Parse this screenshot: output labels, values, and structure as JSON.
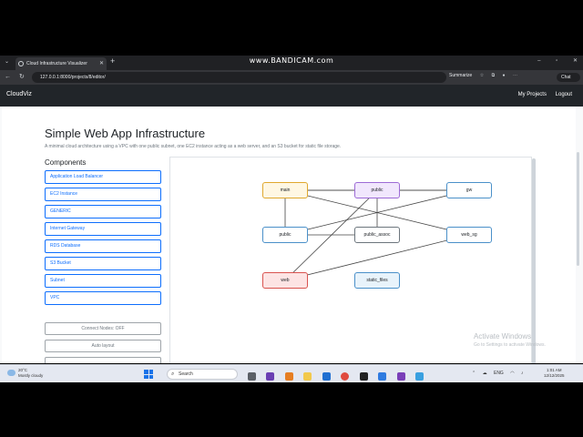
{
  "recording_watermark": "www.BANDICAM.com",
  "browser": {
    "tab_title": "Cloud Infrastructure Visualizer",
    "url": "127.0.0.1:8000/projects/8/editor/",
    "summarize_label": "Summarize",
    "chat_label": "Chat"
  },
  "navbar": {
    "brand": "CloudViz",
    "my_projects": "My Projects",
    "logout": "Logout"
  },
  "project": {
    "title": "Simple Web App Infrastructure",
    "description": "A minimal cloud architecture using a VPC with one public subnet, one EC2 instance acting as a web server, and an S3 bucket for static file storage."
  },
  "components": {
    "heading": "Components",
    "items": [
      "Application Load Balancer",
      "EC2 Instance",
      "GENERIC",
      "Internet Gateway",
      "RDS Database",
      "S3 Bucket",
      "Subnet",
      "VPC"
    ]
  },
  "tools": {
    "connect_nodes": "Connect Nodes: OFF",
    "auto_layout": "Auto layout"
  },
  "diagram": {
    "nodes": [
      {
        "id": "main",
        "label": "main",
        "color": "orange"
      },
      {
        "id": "public_top",
        "label": "public",
        "color": "purple"
      },
      {
        "id": "gw",
        "label": "gw",
        "color": "blue"
      },
      {
        "id": "public_mid",
        "label": "public",
        "color": "blue"
      },
      {
        "id": "public_assoc",
        "label": "public_assoc",
        "color": "gray"
      },
      {
        "id": "web_sg",
        "label": "web_sg",
        "color": "blue"
      },
      {
        "id": "web",
        "label": "web",
        "color": "red"
      },
      {
        "id": "static_files",
        "label": "static_files",
        "color": "ltblue"
      }
    ],
    "edges": [
      [
        "main",
        "public_top"
      ],
      [
        "main",
        "public_mid"
      ],
      [
        "main",
        "gw"
      ],
      [
        "main",
        "web_sg"
      ],
      [
        "public_top",
        "gw"
      ],
      [
        "public_top",
        "public_assoc"
      ],
      [
        "public_top",
        "web"
      ],
      [
        "public_mid",
        "gw"
      ],
      [
        "public_mid",
        "public_assoc"
      ],
      [
        "web",
        "web_sg"
      ]
    ]
  },
  "os_watermark": {
    "title": "Activate Windows",
    "subtitle": "Go to Settings to activate Windows."
  },
  "taskbar": {
    "temperature": "20°C",
    "weather": "Mostly cloudy",
    "search_label": "Search",
    "language": "ENG",
    "time": "1:01 AM",
    "date": "12/12/2025"
  }
}
